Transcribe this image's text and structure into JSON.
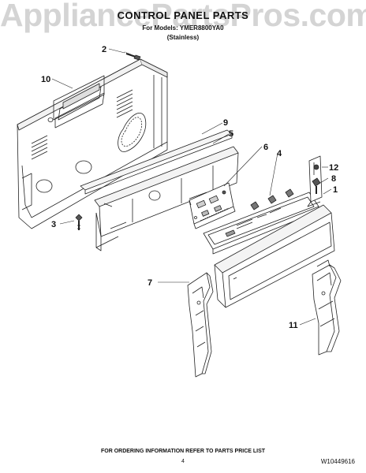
{
  "watermark": "AppliancePartsPros.com",
  "header": {
    "title": "CONTROL PANEL PARTS",
    "models": "For Models: YMER8800YA0",
    "variant": "(Stainless)"
  },
  "callouts": [
    "2",
    "10",
    "9",
    "5",
    "6",
    "4",
    "12",
    "8",
    "1",
    "3",
    "7",
    "11"
  ],
  "footer": {
    "instructions": "FOR ORDERING INFORMATION REFER TO PARTS PRICE LIST",
    "page_number": "4",
    "document_number": "W10449616"
  }
}
